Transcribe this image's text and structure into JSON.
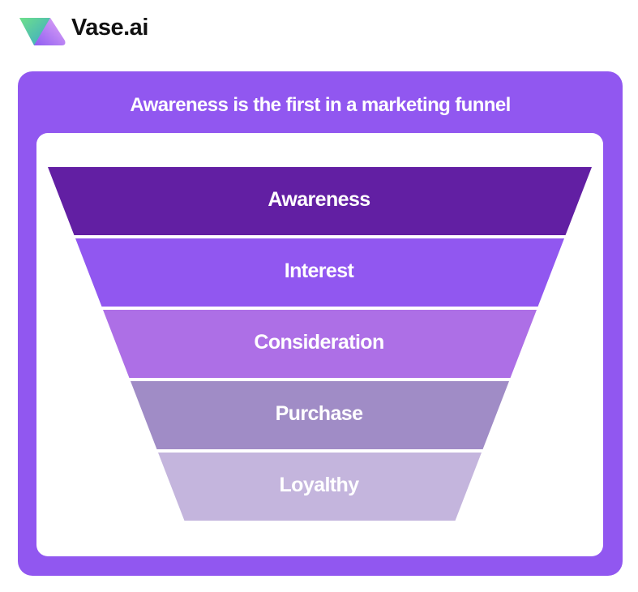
{
  "brand": {
    "name": "Vase.ai"
  },
  "diagram": {
    "title": "Awareness is the first in a marketing funnel",
    "stages": [
      {
        "label": "Awareness",
        "color": "#621FA3"
      },
      {
        "label": "Interest",
        "color": "#9157F0"
      },
      {
        "label": "Consideration",
        "color": "#AD6FE6"
      },
      {
        "label": "Purchase",
        "color": "#A08CC6"
      },
      {
        "label": "Loyalthy",
        "color": "#C4B5DD"
      }
    ],
    "frame_color": "#9157F0"
  }
}
